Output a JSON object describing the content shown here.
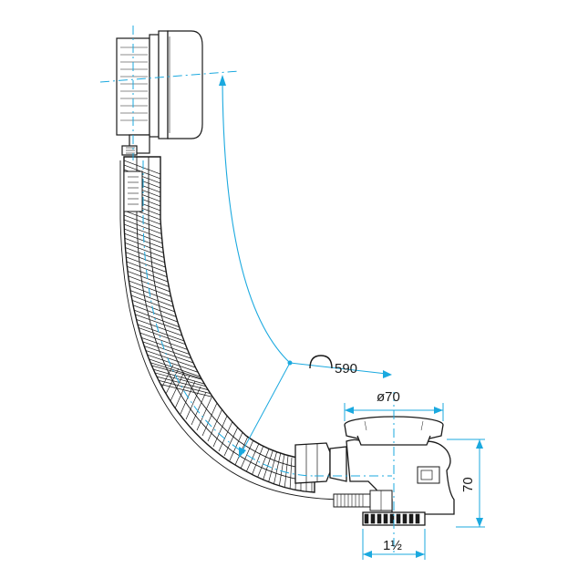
{
  "dimensions": {
    "bend_radius": "590",
    "cap_diameter": "ø70",
    "height": "70",
    "thread_size": "1½"
  },
  "colors": {
    "line": "#1a1a1a",
    "dimension": "#1ba9df",
    "fill": "#ffffff",
    "shade": "#bfbfbf"
  }
}
